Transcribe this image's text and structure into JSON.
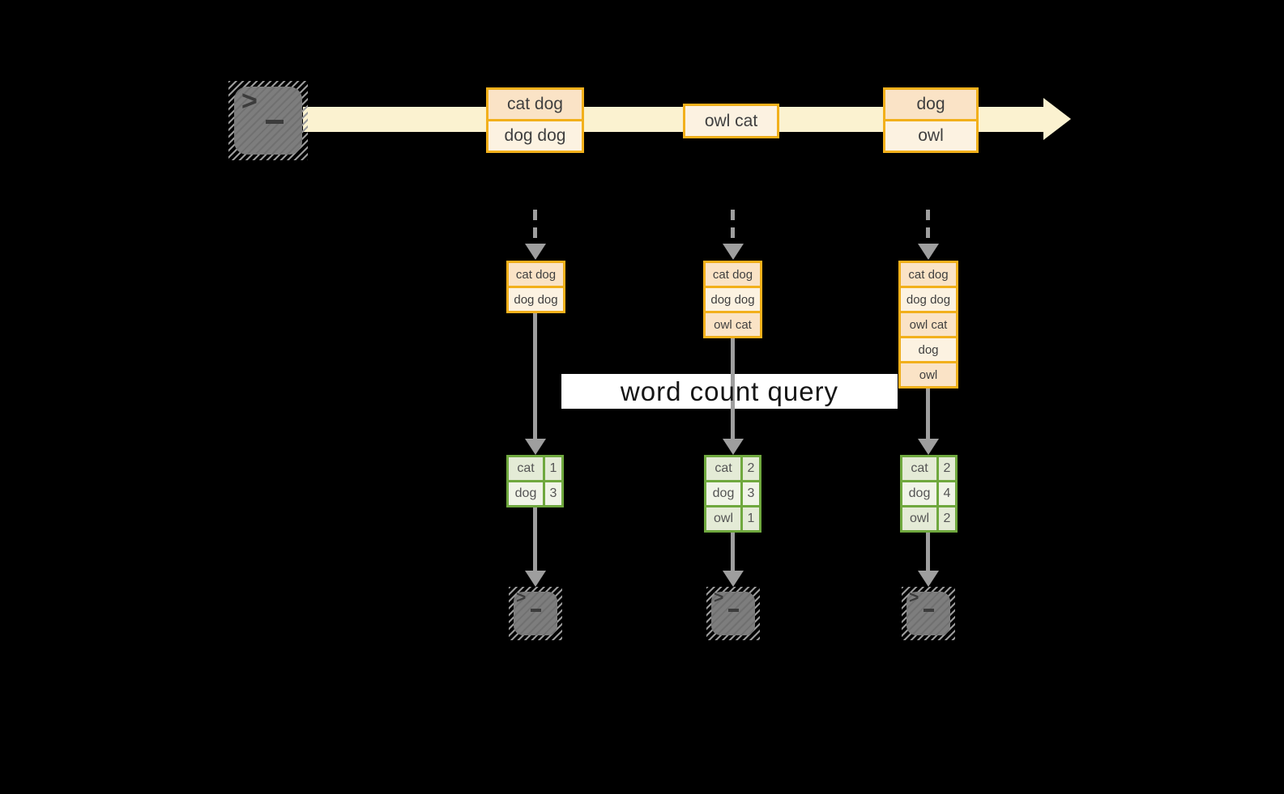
{
  "query": {
    "label": "word count query"
  },
  "stream": {
    "batches": [
      {
        "rows": [
          "cat dog",
          "dog dog"
        ]
      },
      {
        "rows": [
          "owl cat"
        ]
      },
      {
        "rows": [
          "dog",
          "owl"
        ]
      }
    ]
  },
  "columns": [
    {
      "input_rows": [
        "cat dog",
        "dog dog"
      ],
      "result": [
        {
          "word": "cat",
          "count": 1
        },
        {
          "word": "dog",
          "count": 3
        }
      ]
    },
    {
      "input_rows": [
        "cat dog",
        "dog dog",
        "owl cat"
      ],
      "result": [
        {
          "word": "cat",
          "count": 2
        },
        {
          "word": "dog",
          "count": 3
        },
        {
          "word": "owl",
          "count": 1
        }
      ]
    },
    {
      "input_rows": [
        "cat dog",
        "dog dog",
        "owl cat",
        "dog",
        "owl"
      ],
      "result": [
        {
          "word": "cat",
          "count": 2
        },
        {
          "word": "dog",
          "count": 4
        },
        {
          "word": "owl",
          "count": 2
        }
      ]
    }
  ],
  "icons": {
    "terminal": {
      "name": "terminal-icon",
      "chevron": ">"
    }
  },
  "colors": {
    "background": "#000000",
    "stream_band": "#FBF2D0",
    "amber_border": "#F2B01B",
    "peach_fill": "#FAE3C6",
    "cream_fill": "#FCF2E1",
    "green_border": "#6FA83E",
    "sage_fill": "#E4EBD6",
    "sage_light_fill": "#F0F4E7",
    "arrow_gray": "#9E9E9E",
    "terminal_gray": "#7D7D7D",
    "query_band": "#FFFFFF",
    "query_text": "#161616"
  }
}
